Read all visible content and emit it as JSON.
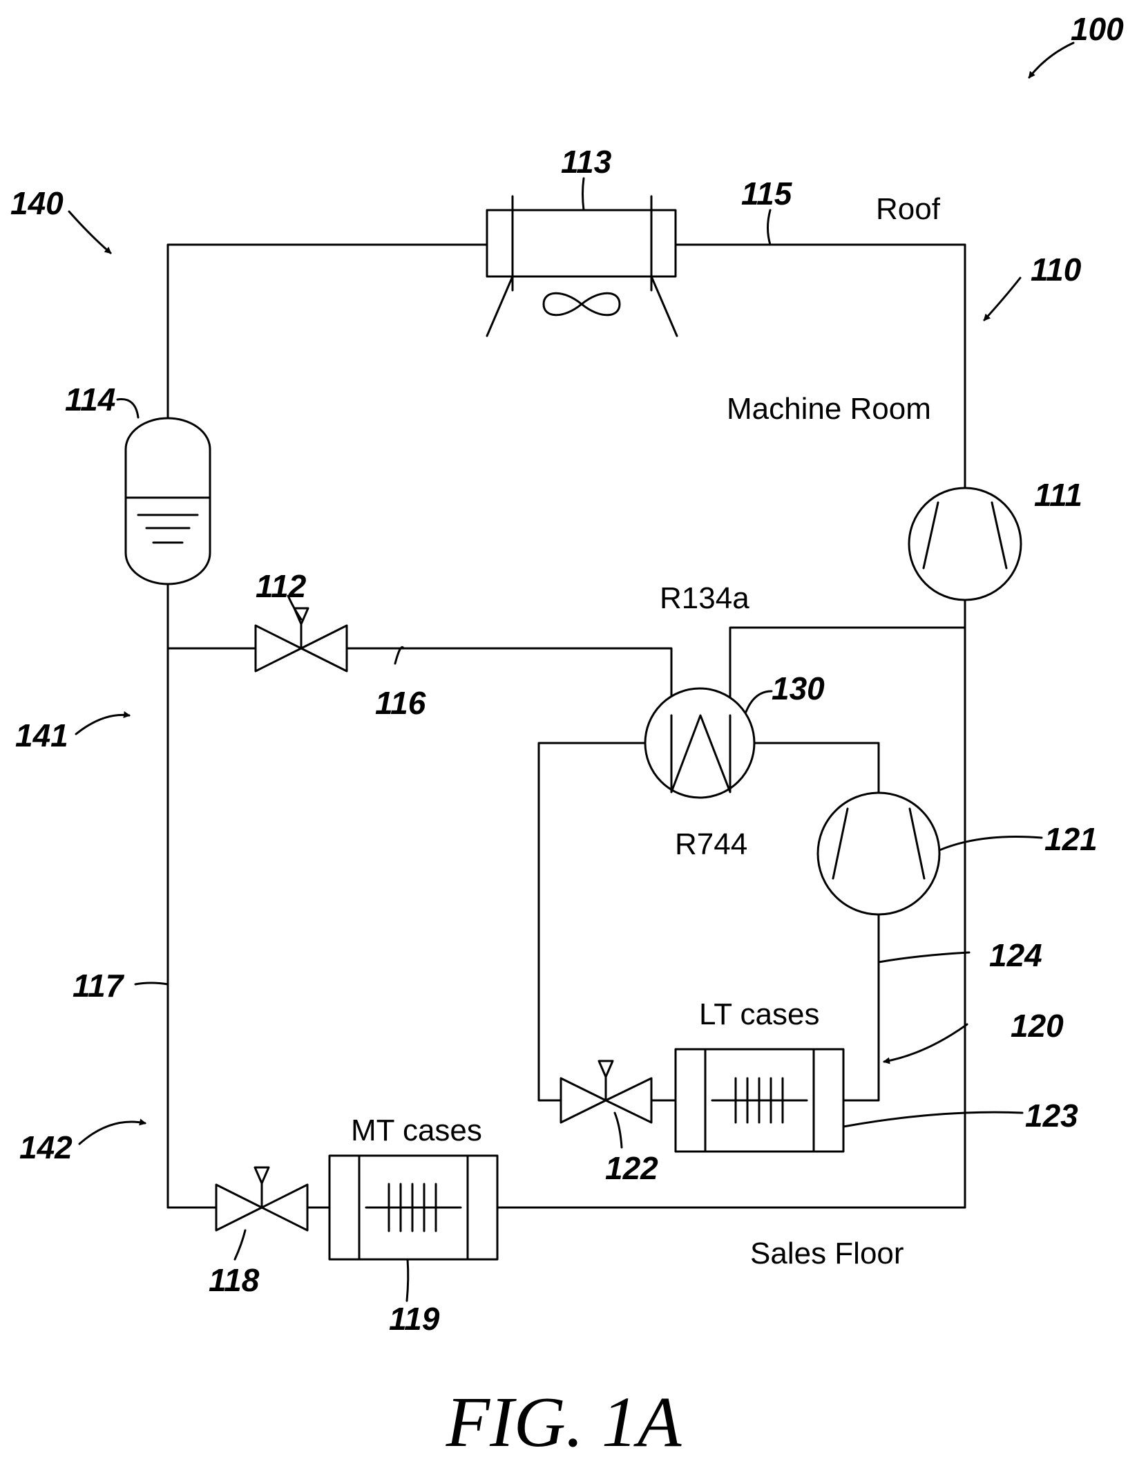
{
  "figure": {
    "title": "FIG. 1A"
  },
  "zones": {
    "roof": "Roof",
    "machine_room": "Machine Room",
    "sales_floor": "Sales Floor"
  },
  "refrigerants": {
    "upper": "R134a",
    "lower": "R744"
  },
  "cases": {
    "mt": "MT cases",
    "lt": "LT cases"
  },
  "refs": {
    "r100": "100",
    "r110": "110",
    "r111": "111",
    "r112": "112",
    "r113": "113",
    "r114": "114",
    "r115": "115",
    "r116": "116",
    "r117": "117",
    "r118": "118",
    "r119": "119",
    "r120": "120",
    "r121": "121",
    "r122": "122",
    "r123": "123",
    "r124": "124",
    "r130": "130",
    "r140": "140",
    "r141": "141",
    "r142": "142"
  }
}
